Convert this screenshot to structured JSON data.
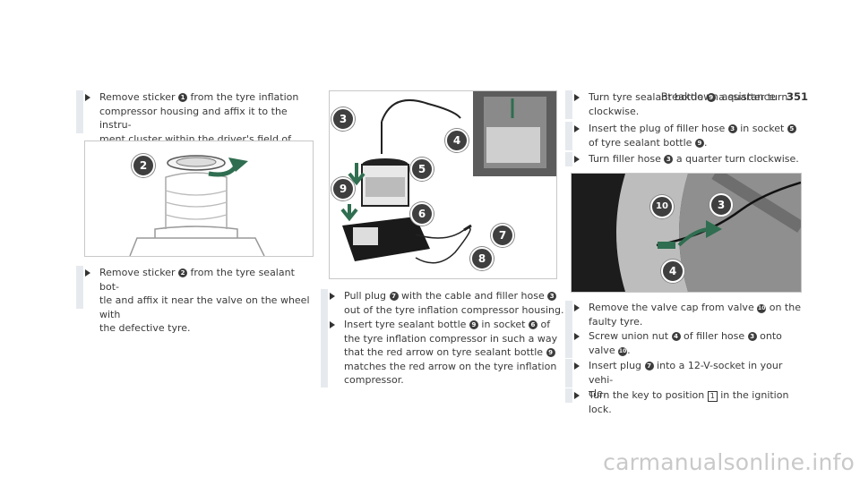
{
  "header": {
    "section": "Breakdown assistance",
    "page": "351"
  },
  "col1": {
    "step1": {
      "parts": [
        "Remove sticker ",
        "1",
        " from the tyre inflation\ncompressor housing and affix it to the instru-\nment cluster within the driver's field of vision."
      ]
    },
    "step2": {
      "parts": [
        "Remove sticker ",
        "2",
        " from the tyre sealant bot-\ntle and affix it near the valve on the wheel with\nthe defective tyre."
      ]
    },
    "figure_callouts": [
      "2"
    ]
  },
  "col2": {
    "step1": {
      "parts": [
        "Pull plug ",
        "7",
        " with the cable and filler hose ",
        "3",
        "\nout of the tyre inflation compressor housing."
      ]
    },
    "step2": {
      "parts": [
        "Insert tyre sealant bottle ",
        "9",
        " in socket ",
        "6",
        " of\nthe tyre inflation compressor in such a way\nthat the red arrow on tyre sealant bottle ",
        "9",
        "\nmatches the red arrow on the tyre inflation\ncompressor."
      ]
    },
    "figure_callouts": [
      "3",
      "4",
      "5",
      "9",
      "6",
      "7",
      "8"
    ]
  },
  "col3": {
    "step1": {
      "parts": [
        "Turn tyre sealant bottle ",
        "9",
        " a quarter turn\nclockwise."
      ]
    },
    "step2": {
      "parts": [
        "Insert the plug of filler hose ",
        "3",
        " in socket ",
        "5",
        "\nof tyre sealant bottle ",
        "9",
        "."
      ]
    },
    "step3": {
      "parts": [
        "Turn filler hose ",
        "3",
        " a quarter turn clockwise."
      ]
    },
    "step4": {
      "parts": [
        "Remove the valve cap from valve ",
        "10",
        " on the\nfaulty tyre."
      ]
    },
    "step5": {
      "parts": [
        "Screw union nut ",
        "4",
        " of filler hose ",
        "3",
        " onto\nvalve ",
        "10",
        "."
      ]
    },
    "step6": {
      "parts": [
        "Insert plug ",
        "7",
        " into a 12-V-socket in your vehi-\ncle."
      ]
    },
    "step7": {
      "parts": [
        "Turn the key to position ",
        "1",
        " in the ignition lock."
      ]
    },
    "figure_callouts": [
      "10",
      "3",
      "4"
    ]
  },
  "watermark": "carmanualsonline.info",
  "colors": {
    "bar": "#e6eaee",
    "callout": "#3f3f3f",
    "text": "#3a3a3a"
  }
}
